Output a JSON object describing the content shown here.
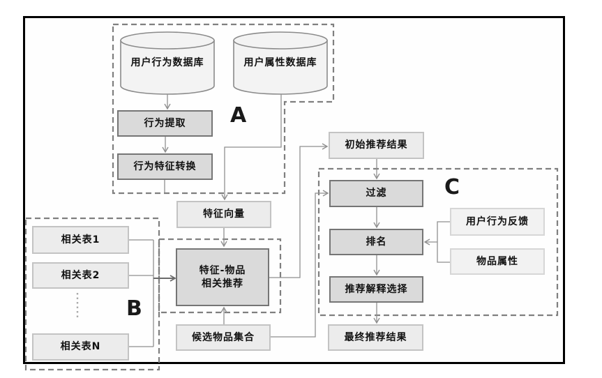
{
  "regions": {
    "a": {
      "label": "A"
    },
    "b": {
      "label": "B"
    },
    "c": {
      "label": "C"
    }
  },
  "nodes": {
    "user_behavior_db": "用户行为数据库",
    "user_attribute_db": "用户属性数据库",
    "behavior_extraction": "行为提取",
    "behavior_feature_conversion": "行为特征转换",
    "feature_vector": "特征向量",
    "related_table_1": "相关表1",
    "related_table_2": "相关表2",
    "related_table_n": "相关表N",
    "feature_item_recommendation": "特征-物品\n相关推荐",
    "candidate_item_set": "候选物品集合",
    "initial_results": "初始推荐结果",
    "filter": "过滤",
    "ranking": "排名",
    "explanation_selection": "推荐解释选择",
    "final_results": "最终推荐结果",
    "user_behavior_feedback": "用户行为反馈",
    "item_attributes": "物品属性"
  },
  "colors": {
    "frame_border": "#000000",
    "process_box_fill": "#dadada",
    "process_box_border": "#757575",
    "result_box_fill": "#ececec",
    "result_box_border": "#c3c3c3",
    "side_box_fill": "#f2f2f2",
    "side_box_border": "#d6d6d6",
    "cylinder_fill": "#f3f3f3",
    "cylinder_stroke": "#8a8a8a",
    "connector": "#8f8f8f",
    "connector_strong": "#6a6a6a",
    "region_dash": "#7f7f7f",
    "text": "#111111"
  }
}
